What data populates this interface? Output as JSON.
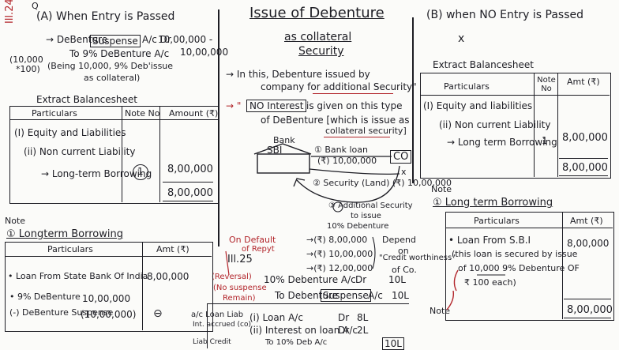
{
  "header": {
    "ref_left": "Ill.24",
    "case_a": "(A) When Entry is Passed",
    "title_line1": "Issue of Debenture",
    "title_line2": "as collateral",
    "title_line3": "Security",
    "case_b": "(B) when NO Entry is Passed",
    "case_b_mark": "x"
  },
  "entry_a": {
    "line1_left": "→ DeBenture",
    "line1_boxed": "Suspense",
    "line1_right": "A/c Dr",
    "line1_amount": "10,00,000 -",
    "line2": "To 9% DeBenture A/c",
    "line2_amount": "10,00,000",
    "line3": "(Being 10,000, 9% Deb'issue",
    "line4": "as collateral)",
    "side_calc1": "(10,000",
    "side_calc2": "*100)"
  },
  "balance_a": {
    "title": "Extract Balancesheet",
    "col_particulars": "Particulars",
    "col_note": "Note No",
    "col_amount": "Amount (₹)",
    "row1": "(I) Equity and Liabilities",
    "row2": "(ii) Non current Liability",
    "row3": "→ Long-term Borrowing",
    "note_no": "1",
    "amount": "8,00,000",
    "total": "8,00,000"
  },
  "middle": {
    "point1_line1": "→ In this, Debenture issued by",
    "point1_line2": "company for additional Security\"",
    "point2_arrow": "→ \"",
    "point2_boxed": "NO Interest",
    "point2_rest": "is given on this type",
    "point2_line2": "of DeBenture [which is issue as",
    "point2_line3": "collateral security]"
  },
  "diagram": {
    "bank_label": "Bank",
    "bank_name": "SBI",
    "step1": "① Bank loan",
    "step1_amount": "(₹) 10,00,000",
    "step1_box": "CO",
    "step2": "② Security (Land) (₹) 10,00,000",
    "step3_line1": "③ Additional Security",
    "step3_line2": "to issue",
    "step3_line3": "10% Debenture",
    "x_mark": "x"
  },
  "depend": {
    "amt1": "→(₹) 8,00,000",
    "amt2": "→(₹) 10,00,000",
    "amt3": "→(₹) 12,00,000",
    "text1": "Depend",
    "text2": "on",
    "text3": "\"Credit worthiness\"",
    "text4": "of Co."
  },
  "ill25": {
    "on_default1": "On Default",
    "on_default2": "of Repyt",
    "ref": "Ill.25",
    "reversal1": "(Reversal)",
    "reversal2": "(No suspense",
    "reversal3": "Remain)",
    "entry1": "10% Debenture A/c",
    "entry1_dr": "Dr",
    "entry1_amt": "10L",
    "entry2_left": "To Debenture",
    "entry2_boxed": "Suspense",
    "entry2_right": "A/c",
    "entry2_amt": "10L",
    "side1": "a/c Loan Liab",
    "side2": "Int. accrued (co)",
    "side3": "Liab Credit",
    "loan_line1": "(i) Loan A/c",
    "loan_line1_dr": "Dr",
    "loan_line1_amt": "8L",
    "loan_line2": "(ii) Interest on loan A/c",
    "loan_line2_dr": "Dr",
    "loan_line2_amt": "2L",
    "loan_line3": "To 10% Deb A/c",
    "loan_line3_amt": "10L"
  },
  "note_a": {
    "note_label": "Note",
    "title": "① Longterm Borrowing",
    "col_particulars": "Particulars",
    "col_amount": "Amt (₹)",
    "row1": "• Loan From State Bank Of India",
    "row1_amt": "8,00,000",
    "row2": "• 9% DeBenture",
    "row2_amt": "10,00,000",
    "row3": "(-) DeBenture Suspense",
    "row3_amt": "(10,00,000)",
    "row3_mark": "⊖"
  },
  "balance_b": {
    "title": "Extract Balancesheet",
    "col_particulars": "Particulars",
    "col_note": "Note No",
    "col_amount": "Amt (₹)",
    "row1": "(I) Equity and liabilities",
    "row2": "(ii) Non current Liability",
    "row3": "→ Long term Borrowing",
    "note_no": "1",
    "amount": "8,00,000",
    "total": "8,00,000"
  },
  "note_b": {
    "note_label": "Note",
    "title": "① Long term Borrowing",
    "col_particulars": "Particulars",
    "col_amount": "Amt (₹)",
    "row1_line1": "• Loan From S.B.I",
    "row1_line2": "(this loan is secured by issue",
    "row1_line3": "of 10,000 9% Debenture OF",
    "row1_line4": "₹ 100 each)",
    "amount": "8,00,000",
    "total": "8,00,000",
    "side_note": "Note"
  }
}
